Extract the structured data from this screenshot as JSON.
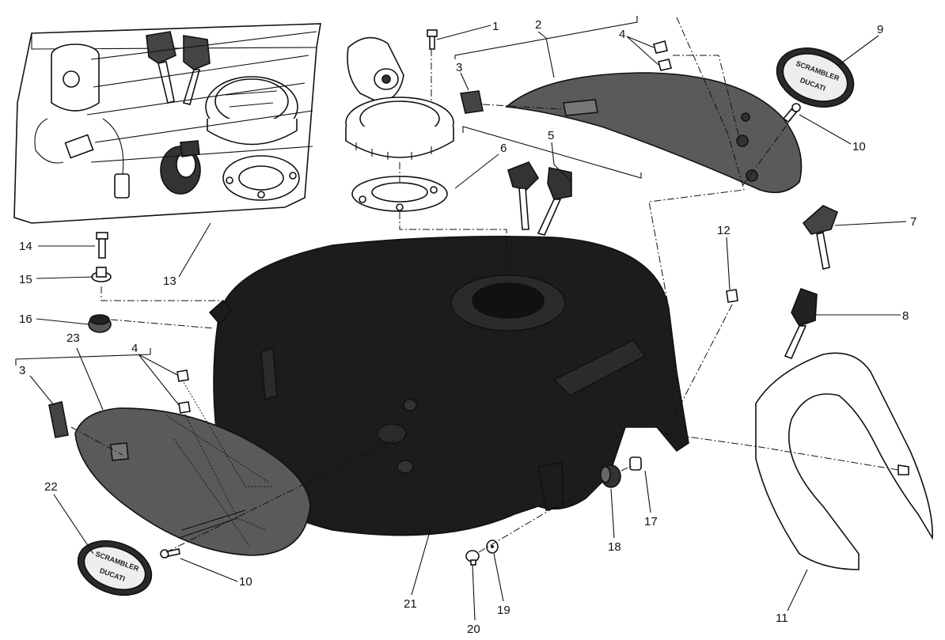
{
  "diagram": {
    "callouts": [
      {
        "id": "1",
        "text": "1"
      },
      {
        "id": "2",
        "text": "2"
      },
      {
        "id": "3a",
        "text": "3"
      },
      {
        "id": "3b",
        "text": "3"
      },
      {
        "id": "4a",
        "text": "4"
      },
      {
        "id": "4b",
        "text": "4"
      },
      {
        "id": "5",
        "text": "5"
      },
      {
        "id": "6",
        "text": "6"
      },
      {
        "id": "7",
        "text": "7"
      },
      {
        "id": "8",
        "text": "8"
      },
      {
        "id": "9",
        "text": "9"
      },
      {
        "id": "10a",
        "text": "10"
      },
      {
        "id": "10b",
        "text": "10"
      },
      {
        "id": "11",
        "text": "11"
      },
      {
        "id": "12",
        "text": "12"
      },
      {
        "id": "13",
        "text": "13"
      },
      {
        "id": "14",
        "text": "14"
      },
      {
        "id": "15",
        "text": "15"
      },
      {
        "id": "16",
        "text": "16"
      },
      {
        "id": "17",
        "text": "17"
      },
      {
        "id": "18",
        "text": "18"
      },
      {
        "id": "19",
        "text": "19"
      },
      {
        "id": "20",
        "text": "20"
      },
      {
        "id": "21",
        "text": "21"
      },
      {
        "id": "22",
        "text": "22"
      },
      {
        "id": "23",
        "text": "23"
      }
    ],
    "badges": {
      "left": {
        "line1": "SCRAMBLER",
        "line2": "DUCATI"
      },
      "right": {
        "line1": "SCRAMBLER",
        "line2": "DUCATI"
      }
    },
    "colors": {
      "tank": "#1c1c1c",
      "panel": "#5a5a5a",
      "line": "#111111"
    }
  }
}
